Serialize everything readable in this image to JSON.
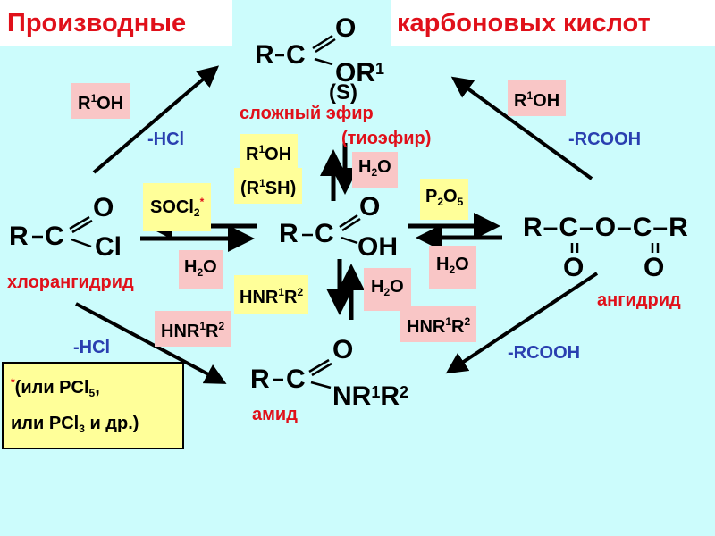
{
  "title": {
    "left": "Производные",
    "right": "карбоновых кислот"
  },
  "ester": {
    "r": "R",
    "c": "C",
    "o": "O",
    "or": "OR",
    "or_sup": "1",
    "s": "(S)",
    "name": "сложный эфир",
    "thio": "(тиоэфир)"
  },
  "chloride": {
    "r": "R",
    "c": "C",
    "o": "O",
    "cl": "Cl",
    "name": "хлорангидрид"
  },
  "acid": {
    "r": "R",
    "c": "C",
    "o": "O",
    "oh": "OH"
  },
  "anhydride": {
    "formula": "R–C–O–C–R",
    "o1": "O",
    "o2": "O",
    "name": "ангидрид"
  },
  "amide": {
    "r": "R",
    "c": "C",
    "o": "O",
    "n": "NR",
    "sup1": "1",
    "r2": "R",
    "sup2": "2",
    "name": "амид"
  },
  "reagents": {
    "r1oh_left": {
      "a": "R",
      "sup": "1",
      "b": "OH"
    },
    "r1oh_right": {
      "a": "R",
      "sup": "1",
      "b": "OH"
    },
    "r1oh_center": {
      "a": "R",
      "sup": "1",
      "b": "OH"
    },
    "r1sh": {
      "a": "(R",
      "sup": "1",
      "b": "SH)"
    },
    "h2o_top": {
      "a": "H",
      "sub": "2",
      "b": "O"
    },
    "socl2": {
      "a": "SOCl",
      "sub": "2",
      "star": "*"
    },
    "p2o5": {
      "a": "P",
      "sub1": "2",
      "b": "O",
      "sub2": "5"
    },
    "h2o_right": {
      "a": "H",
      "sub": "2",
      "b": "O"
    },
    "h2o_left": {
      "a": "H",
      "sub": "2",
      "b": "O"
    },
    "hnr_yellow": {
      "a": "HNR",
      "sup1": "1",
      "b": "R",
      "sup2": "2"
    },
    "hnr_left": {
      "a": "HNR",
      "sup1": "1",
      "b": "R",
      "sup2": "2"
    },
    "h2o_center": {
      "a": "H",
      "sub": "2",
      "b": "O"
    },
    "hnr_right": {
      "a": "HNR",
      "sup1": "1",
      "b": "R",
      "sup2": "2"
    }
  },
  "byproducts": {
    "hcl_top": "-HCl",
    "rcooh_top": "-RCOOH",
    "hcl_bottom": "-HCl",
    "rcooh_bottom": "-RCOOH"
  },
  "footnote": {
    "star": "*",
    "line1a": "(или PCl",
    "line1sub": "5",
    "line1b": ",",
    "line2a": "или PCl",
    "line2sub": "3",
    "line2b": " и др.)"
  },
  "colors": {
    "background": "#ccfcfc",
    "red": "#e0101a",
    "blue": "#2a3fb0",
    "yellow": "#ffff99",
    "pink": "#f9c6c6"
  }
}
